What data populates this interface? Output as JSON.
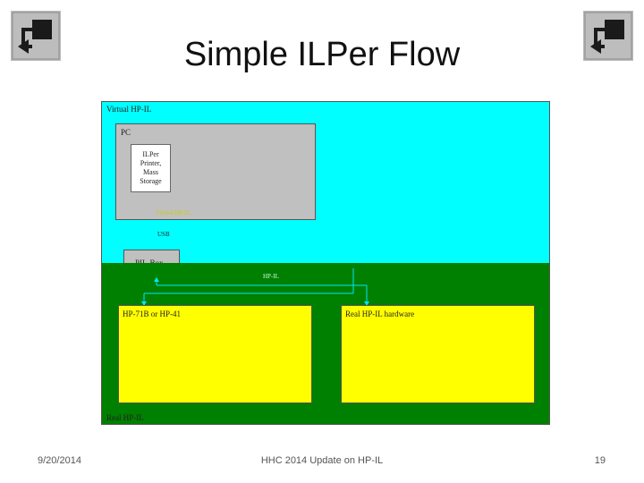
{
  "slide": {
    "title": "Simple ILPer Flow"
  },
  "nav": {
    "left_icon": "return-arrow-icon",
    "right_icon": "return-arrow-icon"
  },
  "diagram": {
    "virtual_zone_label": "Virtual HP-IL",
    "real_zone_label": "Real HP-IL",
    "pc_label": "PC",
    "ilper_label": [
      "ILPer",
      "Printer,",
      "Mass",
      "Storage"
    ],
    "virtual_il_label": "Virtual HP-IL",
    "usb_label": "USB",
    "pilbox_label": "PIL-Box",
    "hpil_label": "HP-IL",
    "hp71_label": "HP-71B or HP-41",
    "hardware_label": "Real HP-IL hardware",
    "colors": {
      "virtual_zone": "#00ffff",
      "real_zone": "#008000",
      "device_box": "#ffff00",
      "pc_box": "#c0c0c0",
      "wire": "#00e5ff"
    }
  },
  "footer": {
    "date": "9/20/2014",
    "center": "HHC 2014 Update on HP-IL",
    "page": "19"
  }
}
